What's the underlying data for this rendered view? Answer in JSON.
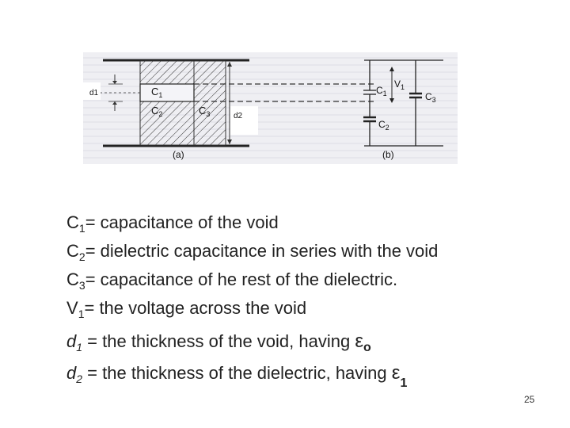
{
  "figure": {
    "label_d1": "d1",
    "label_d2": "d2",
    "label_c1": "C",
    "label_c1_sub": "1",
    "label_c2": "C",
    "label_c2_sub": "2",
    "label_c3": "C",
    "label_c3_sub": "3",
    "label_a": "(a)",
    "label_b": "(b)",
    "circ_c1": "C",
    "circ_c1_sub": "1",
    "circ_v1": "V",
    "circ_v1_sub": "1",
    "circ_c2": "C",
    "circ_c2_sub": "2",
    "circ_c3": "C",
    "circ_c3_sub": "3"
  },
  "definitions": [
    {
      "sym": "C",
      "sub": "1",
      "text": "= capacitance of the void"
    },
    {
      "sym": "C",
      "sub": "2",
      "text": "= dielectric capacitance in series with the void"
    },
    {
      "sym": "C",
      "sub": "3",
      "text": "= capacitance of he rest of the dielectric."
    },
    {
      "sym": "V",
      "sub": "1",
      "text": "= the voltage across the void"
    },
    {
      "sym": "d",
      "sub": "1",
      "text": " = the thickness of the void, having ",
      "eps": "ε",
      "eps_sub": "o"
    },
    {
      "sym": "d",
      "sub": "2",
      "text": " = the thickness of the dielectric, having ",
      "eps": "ε",
      "eps_sub": "1"
    }
  ],
  "slide_number": "25"
}
